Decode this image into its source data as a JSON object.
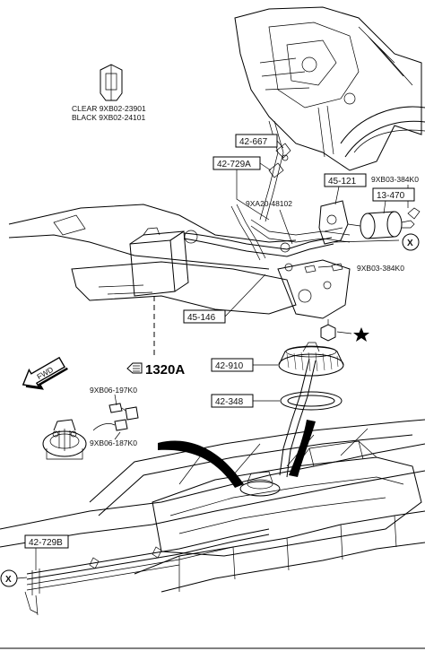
{
  "callouts": {
    "clip_clear": "CLEAR 9XB02-23901",
    "clip_black": "BLACK 9XB02-24101",
    "p42_667": "42-667",
    "p42_729A": "42-729A",
    "p45_121": "45-121",
    "p13_470": "13-470",
    "p9XB03_384K0_top": "9XB03-384K0",
    "p9XA20_48102": "9XA20-48102",
    "p9XB03_384K0_right": "9XB03-384K0",
    "p45_146": "45-146",
    "p1320A": "1320A",
    "p42_910": "42-910",
    "p42_348": "42-348",
    "p9XB06_197K0": "9XB06-197K0",
    "p9XB06_187K0": "9XB06-187K0",
    "p42_729B": "42-729B",
    "fwd": "FWD",
    "x_marker": "X"
  },
  "colors": {
    "ink": "#000000",
    "paper": "#ffffff"
  }
}
